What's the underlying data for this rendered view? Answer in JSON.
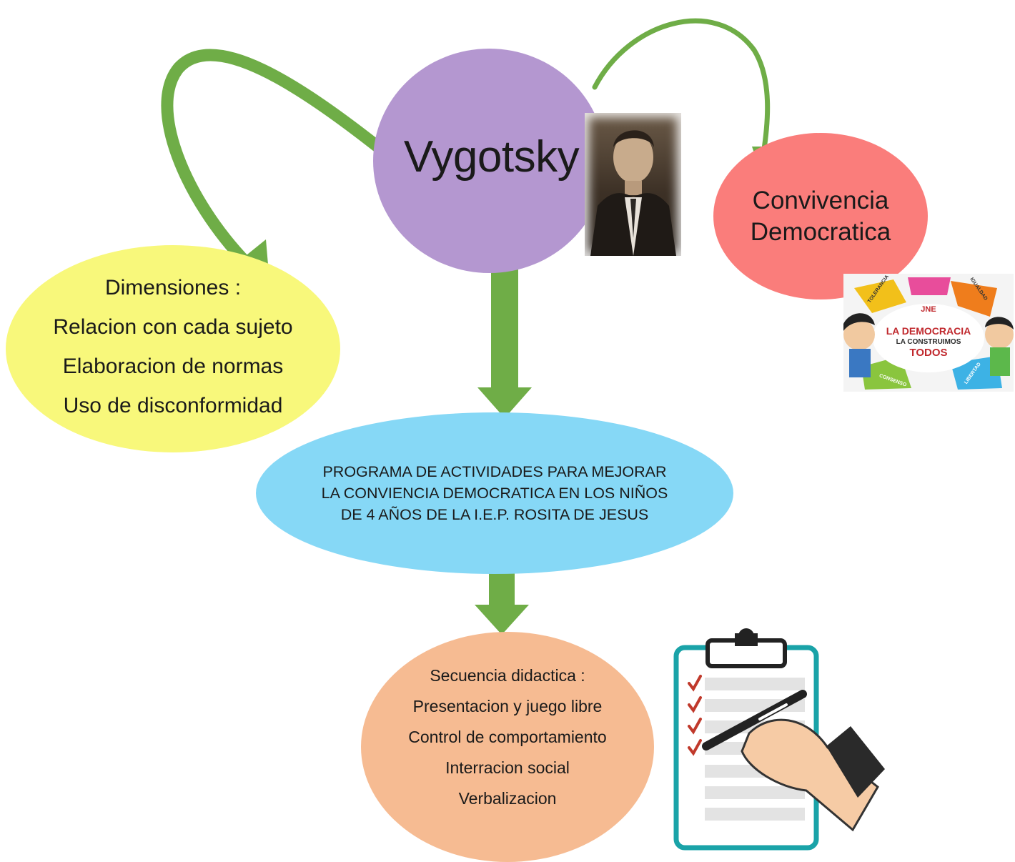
{
  "center": {
    "title": "Vygotsky"
  },
  "right_node": {
    "lines": [
      "Convivencia",
      "Democratica"
    ]
  },
  "left_node": {
    "lines": [
      "Dimensiones :",
      "Relacion con cada sujeto",
      "Elaboracion de normas",
      "Uso de disconformidad"
    ]
  },
  "program_node": {
    "lines": [
      "PROGRAMA DE ACTIVIDADES PARA MEJORAR",
      "LA CONVIENCIA DEMOCRATICA EN LOS NIÑOS",
      "DE 4 AÑOS DE LA I.E.P. ROSITA DE JESUS"
    ]
  },
  "sequence_node": {
    "lines": [
      "Secuencia didactica :",
      "Presentacion y juego libre",
      "Control de comportamiento",
      "Interracion social",
      "Verbalizacion"
    ]
  },
  "democracy_image": {
    "logo": "JNE",
    "line1": "LA DEMOCRACIA",
    "line2": "LA CONSTRUIMOS",
    "line3": "TODOS",
    "words": [
      "TOLERANCIA",
      "IGUALDAD",
      "CONSENSO",
      "LIBERTAD"
    ]
  },
  "colors": {
    "center": "#b497d0",
    "right": "#fa7d7b",
    "left": "#f8f87b",
    "program": "#86d8f6",
    "sequence": "#f6bb92",
    "arrow": "#6fad47"
  }
}
